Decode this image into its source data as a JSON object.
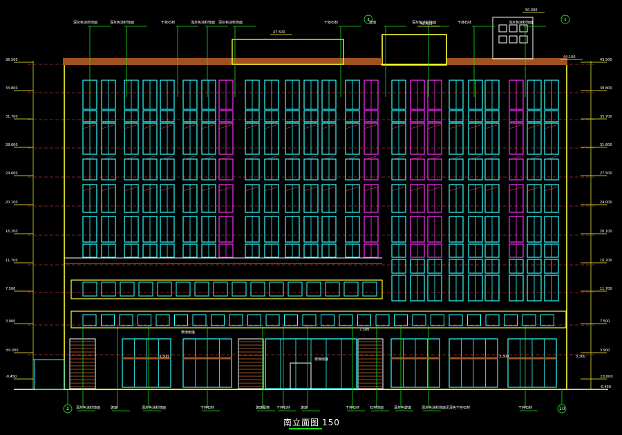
{
  "drawing": {
    "title": "南立面图",
    "scale": "150"
  },
  "colors": {
    "background": "#000000",
    "outline": "#ffff33",
    "leader": "#19e019",
    "window": "#33ffff",
    "window_accent": "#ff33ff",
    "dim_line": "#ff4d4d",
    "parapet": "#a0521e",
    "text": "#ffffff"
  },
  "levels_left": [
    "36.500",
    "33.800",
    "31.700",
    "28.600",
    "24.600",
    "20.100",
    "16.200",
    "11.700",
    "7.500",
    "3.900",
    "±0.000",
    "-0.450"
  ],
  "levels_right": [
    "43.500",
    "39.800",
    "35.700",
    "31.600",
    "27.500",
    "24.000",
    "20.100",
    "16.200",
    "11.700",
    "7.500",
    "3.900",
    "±0.000",
    "-0.450"
  ],
  "top_marks": [
    "47.500",
    "50.300",
    "46.400",
    "44.100"
  ],
  "mid_marks": [
    "3.300",
    "3.300",
    "3.300",
    "7.500"
  ],
  "axes": [
    "1",
    "10"
  ],
  "axis_bubbles_top": [
    "3",
    "1"
  ],
  "callouts_top": [
    "深灰色涂料饰面",
    "深灰色涂料饰面",
    "干挂石材",
    "浅灰色涂料饰面",
    "深灰色涂料饰面",
    "干挂石材",
    "玻璃",
    "深灰色涂料饰面",
    "干挂石材",
    "浅灰色涂料饰面"
  ],
  "callouts_bottom": [
    "深灰色涂料饰面",
    "玻璃",
    "深灰色涂料饰面",
    "干挂石材",
    "玻璃幕墙",
    "干挂石材",
    "玻璃",
    "干挂石材",
    "石材饰面",
    "深灰色玻璃",
    "深灰色涂料饰面见深色干挂石材",
    "干挂石材"
  ],
  "labels_mid": [
    "玻璃雨篷",
    "玻璃雨篷"
  ]
}
